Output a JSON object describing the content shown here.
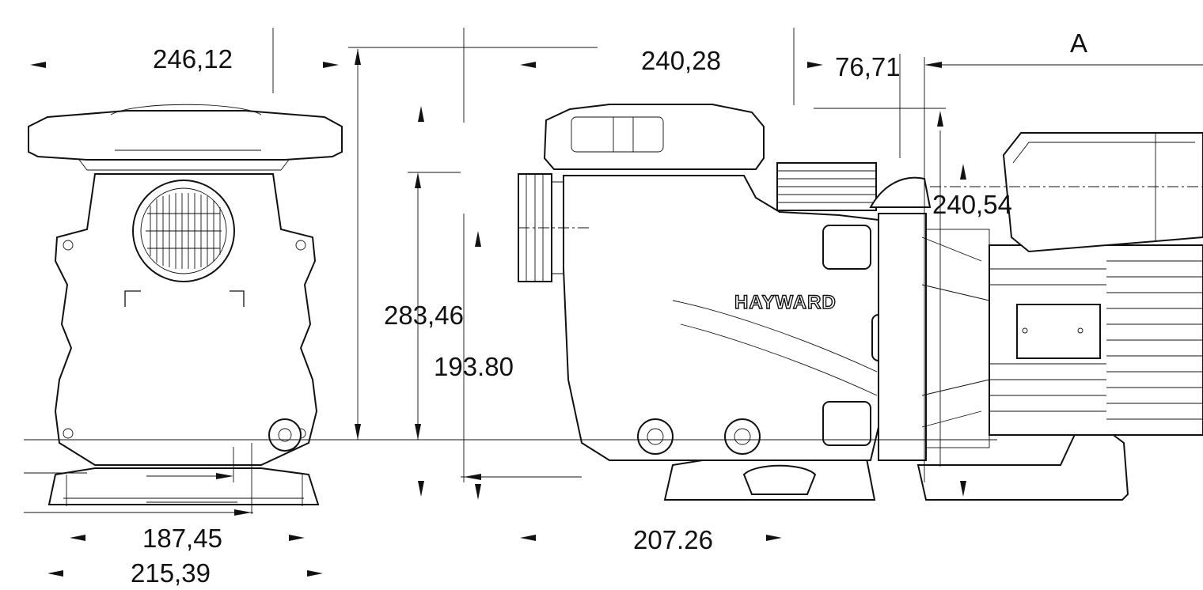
{
  "dimensions": {
    "front_top_width": "246,12",
    "side_top_width": "240,28",
    "side_port_offset": "76,71",
    "motor_length_label": "A",
    "motor_height": "240,54",
    "overall_height": "283,46",
    "inlet_height": "193.80",
    "front_base_inner": "187,45",
    "front_base_outer": "215,39",
    "side_base_width": "207.26"
  },
  "brand": "HAYWARD"
}
